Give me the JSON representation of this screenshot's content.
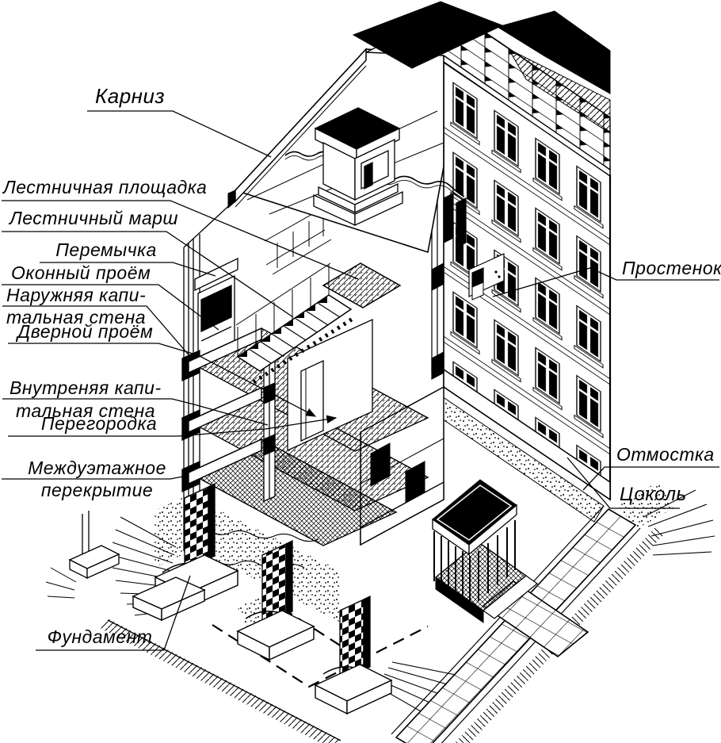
{
  "figure": {
    "kind": "axonometric cutaway drawing of a multi-storey building",
    "language": "ru"
  },
  "colors": {
    "ink": "#000000",
    "paper": "#ffffff"
  },
  "labels": {
    "karniz": {
      "text": "Карниз"
    },
    "lestn_ploshchadka": {
      "text": "Лестничная площадка"
    },
    "lestn_marsh": {
      "text": "Лестничный марш"
    },
    "peremychka": {
      "text": "Перемычка"
    },
    "okonny_proyom": {
      "text": "Оконный проём"
    },
    "naruzh_1": {
      "text": "Наружняя капи-"
    },
    "naruzh_2": {
      "text": "тальная стена"
    },
    "dvernoy_proyom": {
      "text": "Дверной проём"
    },
    "vnutren_1": {
      "text": "Внутреняя капи-"
    },
    "vnutren_2": {
      "text": "тальная стена"
    },
    "peregorodka": {
      "text": "Перегородка"
    },
    "mezhdu_1": {
      "text": "Междуэтажное"
    },
    "mezhdu_2": {
      "text": "перекрытие"
    },
    "fundament": {
      "text": "Фундамент"
    },
    "prostenok": {
      "text": "Простенок"
    },
    "otmostka": {
      "text": "Отмостка"
    },
    "tsokol": {
      "text": "Цоколь"
    }
  }
}
